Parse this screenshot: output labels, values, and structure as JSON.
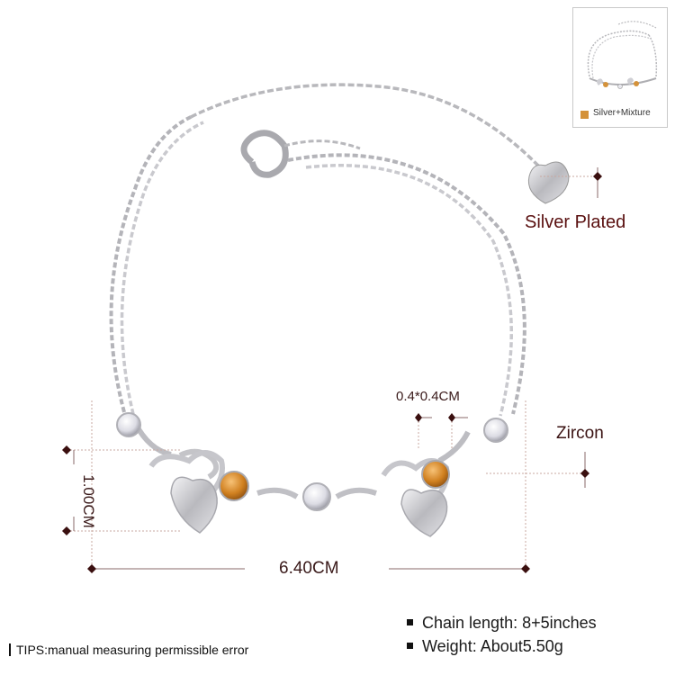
{
  "thumbnail": {
    "swatch_color": "#d4923a",
    "variant_label": "Silver+Mixture"
  },
  "labels": {
    "plating": "Silver Plated",
    "stone": "Zircon",
    "gem_size": "0.4*0.4CM",
    "width": "6.40CM",
    "height": "1.00CM"
  },
  "specs": [
    {
      "text": "Chain length: 8+5inches"
    },
    {
      "text": "Weight: About5.50g"
    }
  ],
  "tips": "TIPS:manual measuring permissible error",
  "colors": {
    "silver": "#c8c8cc",
    "orange_stone": "#d4923a",
    "dimension_line": "#c9a8a0",
    "marker": "#3a0f0f"
  }
}
